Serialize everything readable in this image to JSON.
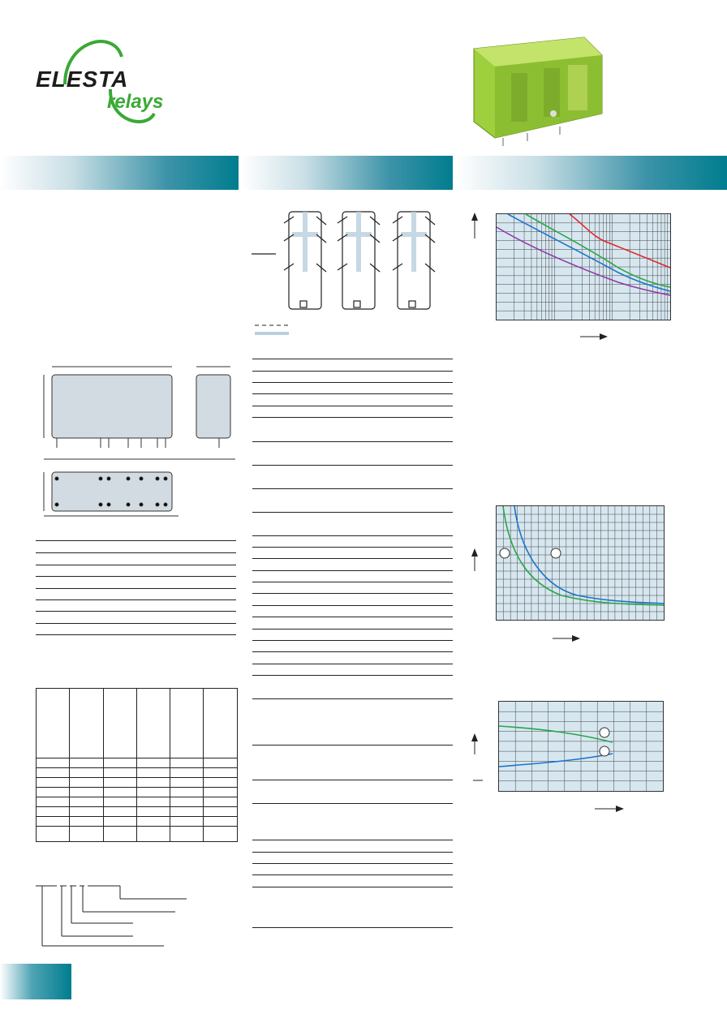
{
  "brand": {
    "name": "ELESTA",
    "suffix": "relays",
    "colors": {
      "teal": "#007d8f",
      "green": "#3aa935",
      "grid_bg": "#d7e7f0"
    }
  },
  "icons": [
    "product-photo",
    "contact-diagram-icon",
    "dimension-drawing"
  ],
  "chart_series_colors": [
    "#e3262b",
    "#2aa54a",
    "#1b74c9",
    "#8f3aa8"
  ]
}
